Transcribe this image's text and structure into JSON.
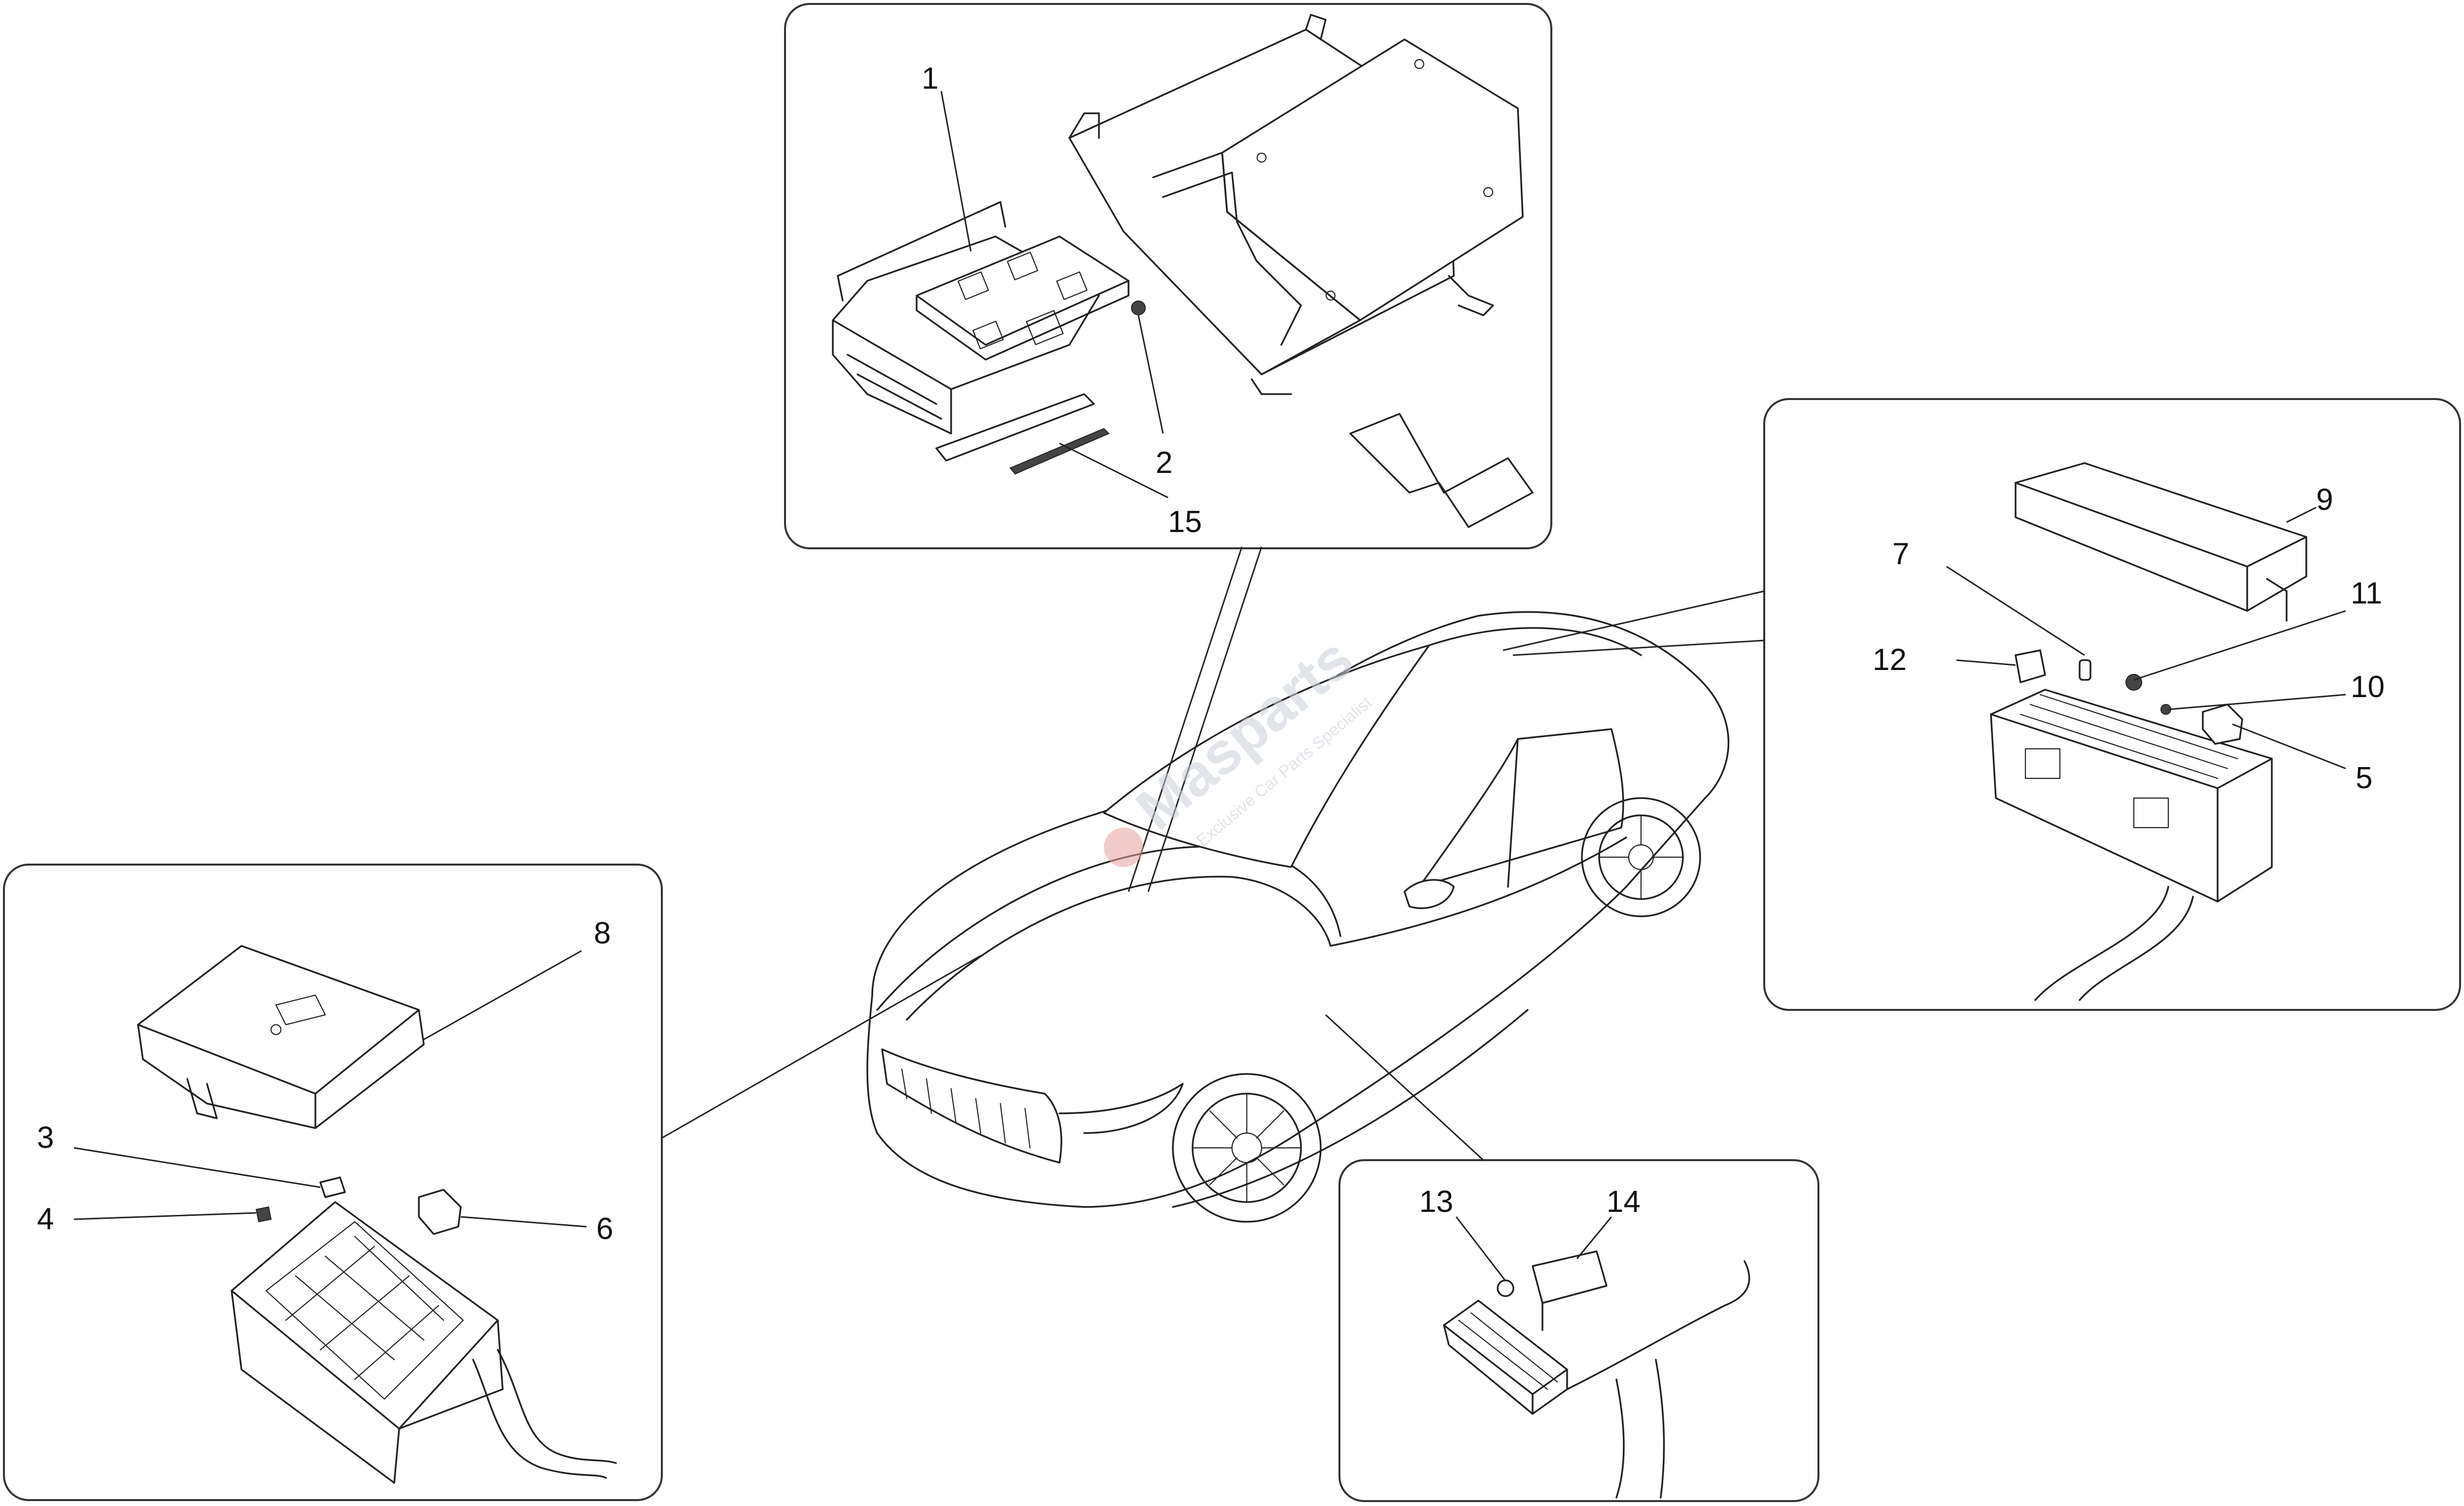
{
  "diagram": {
    "callouts": {
      "c1": "1",
      "c2": "2",
      "c3": "3",
      "c4": "4",
      "c5": "5",
      "c6": "6",
      "c7": "7",
      "c8": "8",
      "c9": "9",
      "c10": "10",
      "c11": "11",
      "c12": "12",
      "c13": "13",
      "c14": "14",
      "c15": "15"
    },
    "watermark": {
      "brand": "Masparts",
      "tagline": "Exclusive Car Parts Specialist"
    }
  },
  "colors": {
    "ink": "#222222",
    "panel_border": "#333333",
    "watermark": "#c9ced6",
    "watermark_accent": "#e8a0a0"
  }
}
